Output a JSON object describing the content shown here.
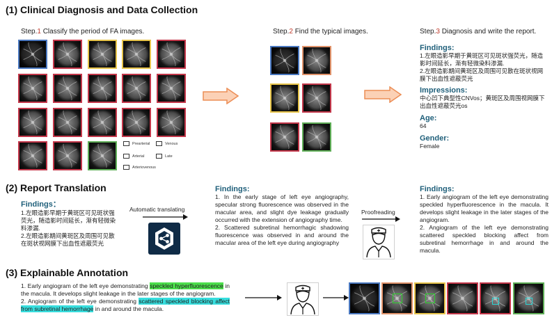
{
  "section1": {
    "title": "(1) Clinical Diagnosis and Data Collection",
    "step1": {
      "prefix": "Step.",
      "num": "1",
      "text": " Classify the period of FA images."
    },
    "step2": {
      "prefix": "Step.",
      "num": "2",
      "text": " Find the typical images."
    },
    "step3": {
      "prefix": "Step.",
      "num": "3",
      "text": " Diagnosis and write the report."
    },
    "legend": {
      "prearterial": "Prearterial",
      "venous": "Venous",
      "arterial": "Arterial",
      "late": "Late",
      "arteriovenous": "Arteriovenous"
    },
    "report": {
      "findings_label": "Findings:",
      "findings_1": "1.左眼造影早期于黄斑区可见斑状强荧光，随造影时间延长，渐有轻微染料渗漏.",
      "findings_2": "2.左眼造影期间黄斑区及周围可见散在斑状视网膜下出血性遮蔽荧光",
      "impressions_label": "Impressions:",
      "impressions": "中心凹下典型性CNVos；黄斑区及周围视网膜下出血性遮蔽荧光os",
      "age_label": "Age:",
      "age": "64",
      "gender_label": "Gender:",
      "gender": "Female"
    },
    "colors": {
      "prearterial": "#4a78c0",
      "arterial": "#e0926a",
      "arteriovenous": "#e7c44a",
      "venous": "#c3374a",
      "late": "#5fae57",
      "arrow": "#f0a070"
    }
  },
  "section2": {
    "title": "(2) Report Translation",
    "findings_label": "Findings",
    "findings_colon": "：",
    "cn_1": "1.左眼造影早期于黄斑区可见斑状强荧光，随造影时间延长，渐有轻微染料渗漏.",
    "cn_2": "2.左眼造影期间黄斑区及周围可见散在斑状视网膜下出血性遮蔽荧光",
    "translate_label": "Automatic translating",
    "translated_label": "Findings:",
    "translated_1": "1. In the early stage of left eye angiography, specular strong fluorescence was observed in the macular area, and slight dye leakage gradually occurred with the extension of angiography time.",
    "translated_2": "2. Scattered subretinal hemorrhagic shadowing fluorescence was observed in and around the macular area of the left eye during angiography",
    "proofread_label": "Proofreading",
    "final_label": "Findings:",
    "final_1": "1. Early angiogram of the left eye demonstrating speckled hyperfluorescence in the macula. It develops slight leakage in the later stages of the angiogram.",
    "final_2": "2. Angiogram of the left eye demonstrating scattered speckled blocking affect from subretinal hemorrhage in and around the macula."
  },
  "section3": {
    "title": "(3) Explainable Annotation",
    "line1_pre": "1. Early angiogram of the left eye demonstrating ",
    "line1_hl": "speckled hyperfluorescence",
    "line1_post": " in the macula. It develops slight leakage in the later stages of the angiogram.",
    "line2_pre": "2. Angiogram of the left eye demonstrating ",
    "line2_hl": "scattered speckled blocking affect from subretinal hemorrhage",
    "line2_post": " in and around the macula."
  }
}
